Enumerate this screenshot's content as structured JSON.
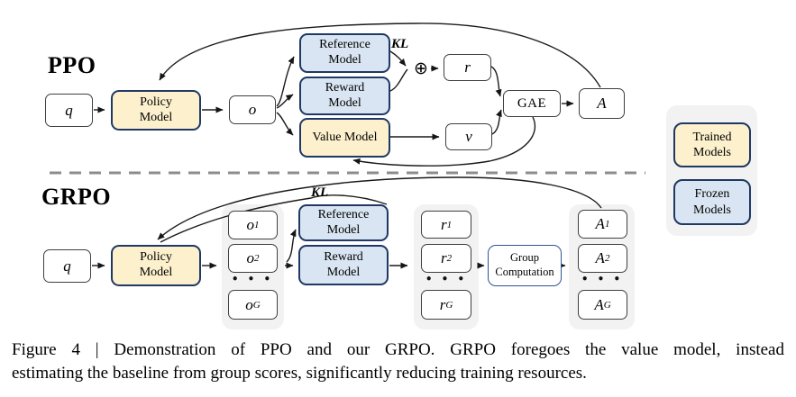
{
  "figure": {
    "ppo": {
      "title": "PPO",
      "kl_label": "KL",
      "oplus_icon": "⊕",
      "nodes": {
        "q": "q",
        "policy": "Policy Model",
        "o": "o",
        "reference": "Reference Model",
        "reward": "Reward Model",
        "value": "Value Model",
        "r": "r",
        "v": "v",
        "gae": "GAE",
        "advantage": "A"
      }
    },
    "grpo": {
      "title": "GRPO",
      "kl_label": "KL",
      "ellipsis": "• • •",
      "nodes": {
        "q": "q",
        "policy": "Policy Model",
        "reference": "Reference Model",
        "reward": "Reward Model",
        "group_computation": "Group Computation"
      },
      "outputs": [
        {
          "base": "o",
          "sub": "1"
        },
        {
          "base": "o",
          "sub": "2"
        },
        {
          "base": "o",
          "sub": "G"
        }
      ],
      "rewards": [
        {
          "base": "r",
          "sub": "1"
        },
        {
          "base": "r",
          "sub": "2"
        },
        {
          "base": "r",
          "sub": "G"
        }
      ],
      "advantages": [
        {
          "base": "A",
          "sub": "1"
        },
        {
          "base": "A",
          "sub": "2"
        },
        {
          "base": "A",
          "sub": "G"
        }
      ]
    },
    "legend": {
      "trained_label": "Trained Models",
      "frozen_label": "Frozen Models"
    },
    "caption": {
      "line1": "Figure 4 | Demonstration of PPO and our GRPO. GRPO foregoes the value model, instead",
      "line2": "estimating the baseline from group scores, significantly reducing training resources."
    },
    "colors": {
      "trained-fill": "#FCF0CD",
      "frozen-fill": "#D9E5F2",
      "navy": "#1F3864",
      "box-border": "#3F3F3F",
      "group-border": "#2F5597",
      "container": "#F2F2F2",
      "dash": "#8C8C8C",
      "arrow": "#1A1A1A",
      "ink": "#000000"
    }
  }
}
